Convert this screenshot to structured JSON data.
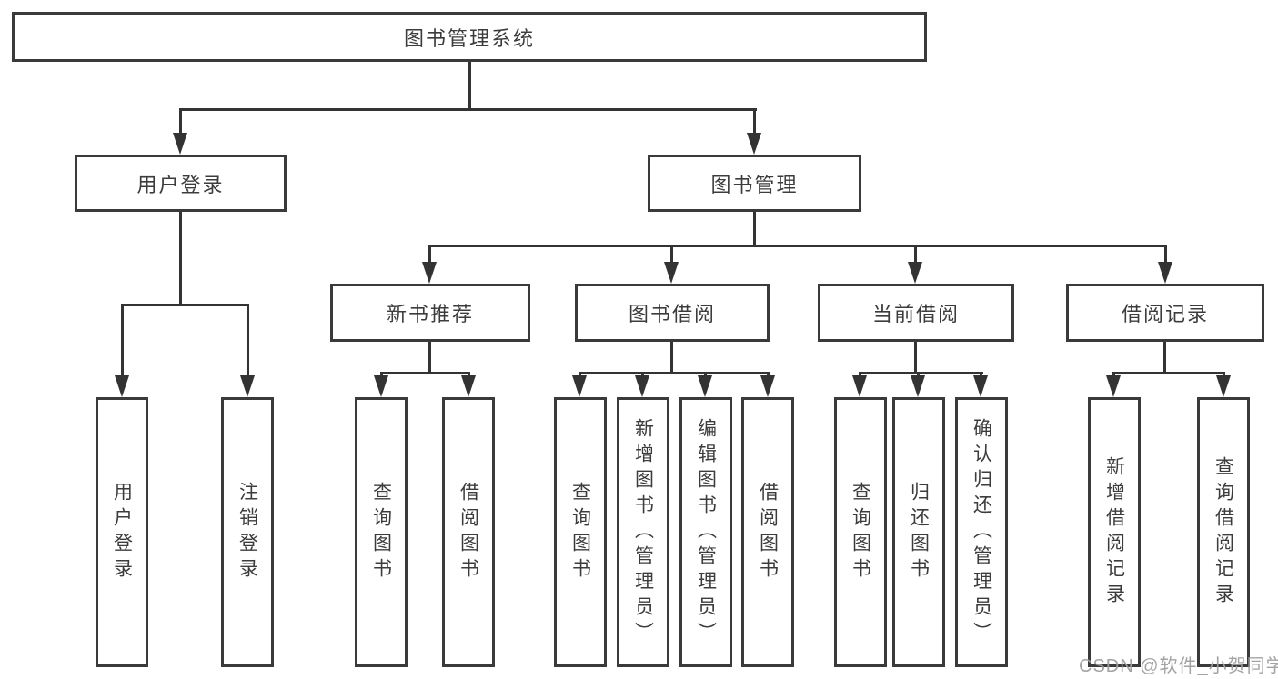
{
  "diagram": {
    "title": "图书管理系统",
    "type": "hierarchy-diagram",
    "colors": {
      "line": "#333333",
      "box_border": "#3a3a3a",
      "text": "#3c3c3c",
      "watermark": "#9e9e9e",
      "background": "#ffffff"
    },
    "tree": {
      "root": {
        "label": "图书管理系统"
      },
      "level2": [
        {
          "label": "用户登录",
          "leaves": [
            "用户登录",
            "注销登录"
          ]
        },
        {
          "label": "图书管理",
          "groups": [
            {
              "label": "新书推荐",
              "leaves": [
                "查询图书",
                "借阅图书"
              ]
            },
            {
              "label": "图书借阅",
              "leaves": [
                "查询图书",
                "新增图书（管理员）",
                "编辑图书（管理员）",
                "借阅图书"
              ]
            },
            {
              "label": "当前借阅",
              "leaves": [
                "查询图书",
                "归还图书",
                "确认归还（管理员）"
              ]
            },
            {
              "label": "借阅记录",
              "leaves": [
                "新增借阅记录",
                "查询借阅记录"
              ]
            }
          ]
        }
      ]
    },
    "watermark": "CSDN @软件_小贺同学"
  }
}
